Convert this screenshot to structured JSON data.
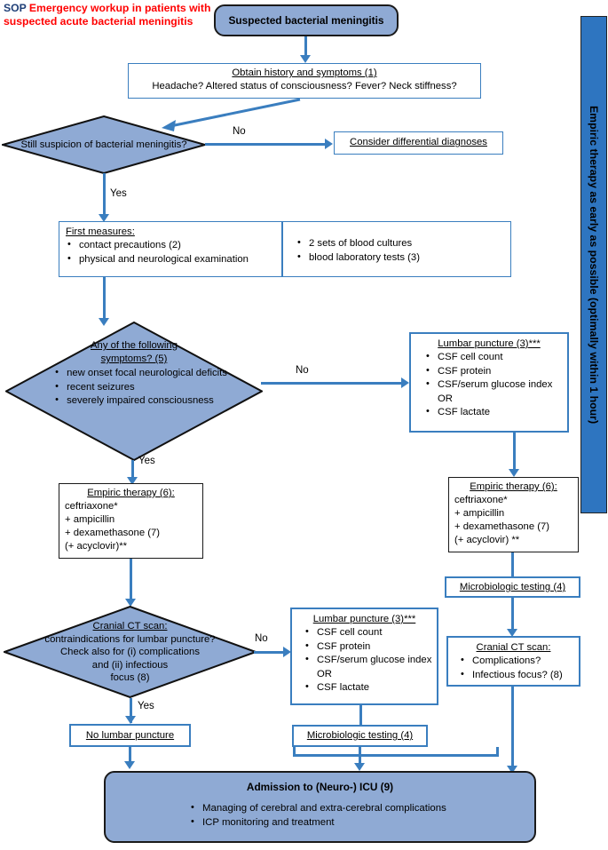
{
  "title": {
    "prefix": "SOP",
    "text": "Emergency workup in patients with suspected acute bacterial meningitis",
    "prefix_color": "#1f3f77",
    "text_color": "#ff0000"
  },
  "colors": {
    "node_fill": "#8faad4",
    "connector_blue": "#3a7ebf",
    "sidebar_blue": "#2e75c0",
    "black_border": "#1a1a1a"
  },
  "sidebar": {
    "label": "Empiric therapy as early as possible (optimally within 1 hour)"
  },
  "nodes": {
    "start": {
      "label": "Suspected bacterial meningitis"
    },
    "history": {
      "header": "Obtain history and symptoms (1)",
      "body": "Headache? Altered status of consciousness? Fever? Neck stiffness?"
    },
    "suspicion_diamond": {
      "label": "Still suspicion of bacterial meningitis?"
    },
    "differential": {
      "label": "Consider differential diagnoses"
    },
    "first_measures": {
      "header": "First measures:",
      "left_items": [
        "contact precautions (2)",
        "physical and neurological examination"
      ],
      "right_items": [
        "2 sets of blood cultures",
        "blood laboratory tests (3)"
      ]
    },
    "symptoms_diamond": {
      "header_line1": "Any of the following",
      "header_line2": "symptoms? (5)",
      "items": [
        "new onset focal neurological deficits",
        "recent seizures",
        "severely impaired consciousness"
      ]
    },
    "lp_right": {
      "header": "Lumbar puncture (3)***",
      "items": [
        "CSF cell count",
        "CSF protein",
        "CSF/serum glucose index",
        "OR",
        "CSF lactate"
      ]
    },
    "empiric_left": {
      "header": "Empiric therapy (6):",
      "lines": [
        "ceftriaxone*",
        "+ ampicillin",
        "+ dexamethasone (7)",
        "(+ acyclovir)**"
      ]
    },
    "empiric_right": {
      "header": "Empiric therapy (6):",
      "lines": [
        "ceftriaxone*",
        "+ ampicillin",
        "+ dexamethasone (7)",
        "(+ acyclovir) **"
      ]
    },
    "micro_right": {
      "label": "Microbiologic testing (4)"
    },
    "ct_right": {
      "header": "Cranial CT scan:",
      "items": [
        "Complications?",
        "Infectious focus? (8)"
      ]
    },
    "ct_diamond": {
      "header": "Cranial CT scan:",
      "line1": "contraindications for lumbar puncture?",
      "line2": "Check also for (i) complications",
      "line3": "and (ii) infectious",
      "line4": "focus (8)"
    },
    "lp_bottom": {
      "header": "Lumbar puncture (3)***",
      "items": [
        "CSF cell count",
        "CSF protein",
        "CSF/serum glucose index",
        "OR",
        "CSF lactate"
      ]
    },
    "no_lp": {
      "label": "No lumbar puncture"
    },
    "micro_bottom": {
      "label": "Microbiologic testing (4)"
    },
    "admission": {
      "header": "Admission to (Neuro-) ICU (9)",
      "items": [
        "Managing of cerebral and extra-cerebral complications",
        "ICP monitoring and treatment"
      ]
    }
  },
  "edges": {
    "no_1": "No",
    "yes_1": "Yes",
    "no_2": "No",
    "yes_2": "Yes",
    "no_3": "No",
    "yes_3": "Yes"
  }
}
